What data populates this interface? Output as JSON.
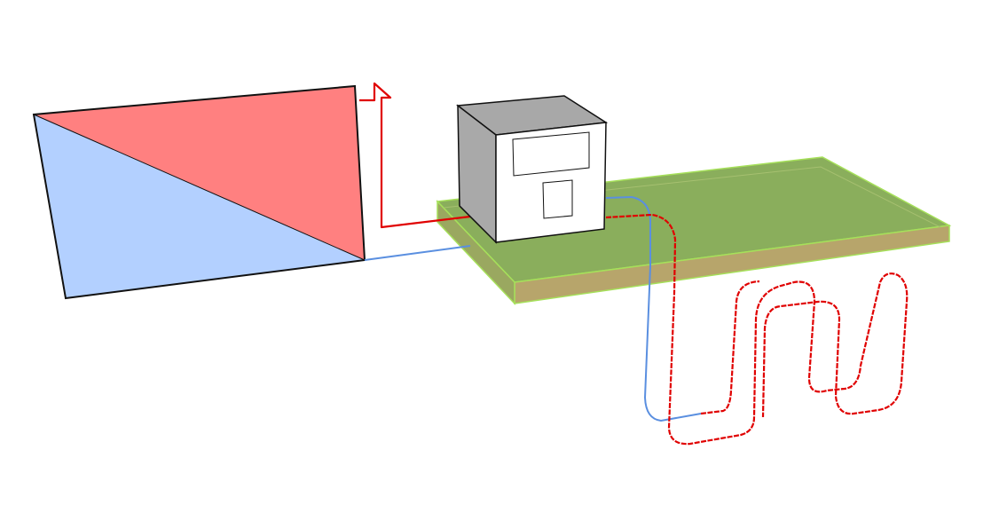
{
  "scene": {
    "background": "#ffffff",
    "colors": {
      "panel_red": "#ff8080",
      "panel_blue": "#b3d0ff",
      "panel_edge": "#111111",
      "house_top": "#a8a8a8",
      "house_side": "#a9a9a9",
      "house_front": "#ffffff",
      "slab_top": "#8aae5c",
      "slab_side": "#b7a56b",
      "slab_edge": "#a6e05a",
      "pipe_supply": "#e00000",
      "pipe_return": "#5a8fe0"
    },
    "objects": [
      "solar-collector-panel",
      "house-box",
      "ground-slab",
      "supply-pipe",
      "return-pipe",
      "ground-loop-coil"
    ]
  }
}
